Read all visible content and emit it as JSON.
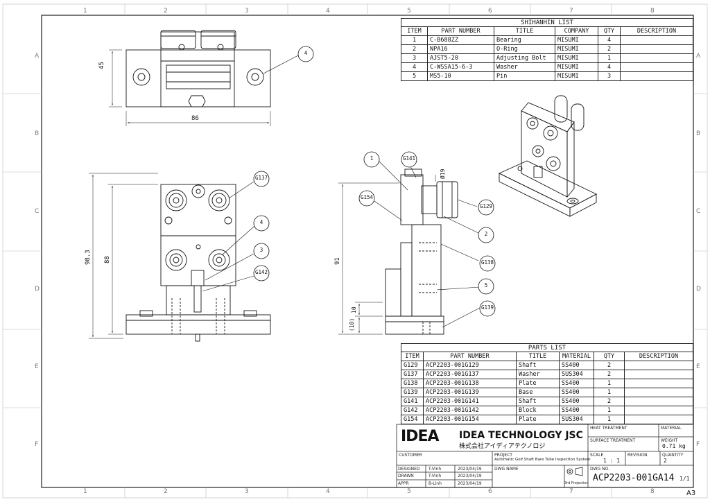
{
  "zones": {
    "columns": [
      "1",
      "2",
      "3",
      "4",
      "5",
      "6",
      "7",
      "8"
    ],
    "rows": [
      "A",
      "B",
      "C",
      "D",
      "E",
      "F"
    ]
  },
  "dimensions": {
    "top_height": "45",
    "top_width": "86",
    "front_height_total": "98.3",
    "front_height": "88",
    "side_height": "91",
    "side_dim_10": "10",
    "side_dim_10_ref": "(10)",
    "diameter": "Ø19"
  },
  "balloons": {
    "top_view": [
      "4"
    ],
    "front_view": [
      "G137",
      "4",
      "3",
      "G142"
    ],
    "side_view": [
      "1",
      "G141",
      "G154",
      "G129",
      "2",
      "G138",
      "5",
      "G139"
    ]
  },
  "shihanhin_list": {
    "title": "SHIHANHIN LIST",
    "columns": [
      "ITEM",
      "PART NUMBER",
      "TITLE",
      "COMPANY",
      "QTY",
      "DESCRIPTION"
    ],
    "rows": [
      [
        "1",
        "C-B688ZZ",
        "Bearing",
        "MISUMI",
        "4",
        ""
      ],
      [
        "2",
        "NPA16",
        "O-Ring",
        "MISUMI",
        "2",
        ""
      ],
      [
        "3",
        "AJST5-20",
        "Adjusting Bolt",
        "MISUMI",
        "1",
        ""
      ],
      [
        "4",
        "C-WSSA15-6-3",
        "Washer",
        "MISUMI",
        "4",
        ""
      ],
      [
        "5",
        "MS5-10",
        "Pin",
        "MISUMI",
        "3",
        ""
      ]
    ]
  },
  "parts_list": {
    "title": "PARTS LIST",
    "columns": [
      "ITEM",
      "PART NUMBER",
      "TITLE",
      "MATERIAL",
      "QTY",
      "DESCRIPTION"
    ],
    "rows": [
      [
        "G129",
        "ACP2203-001G129",
        "Shaft",
        "SS400",
        "2",
        ""
      ],
      [
        "G137",
        "ACP2203-001G137",
        "Washer",
        "SUS304",
        "2",
        ""
      ],
      [
        "G138",
        "ACP2203-001G138",
        "Plate",
        "SS400",
        "1",
        ""
      ],
      [
        "G139",
        "ACP2203-001G139",
        "Base",
        "SS400",
        "1",
        ""
      ],
      [
        "G141",
        "ACP2203-001G141",
        "Shaft",
        "SS400",
        "2",
        ""
      ],
      [
        "G142",
        "ACP2203-001G142",
        "Block",
        "SS400",
        "1",
        ""
      ],
      [
        "G154",
        "ACP2203-001G154",
        "Plate",
        "SUS304",
        "1",
        ""
      ]
    ]
  },
  "title_block": {
    "logo_text": "IDEA",
    "company_name": "IDEA TECHNOLOGY JSC",
    "company_name_jp": "株式会社アイディアテクノロジ",
    "heat_treatment_label": "HEAT TREATMENT",
    "material_label": "MATERIAL",
    "surface_treatment_label": "SURFACE TREATMENT",
    "weight_label": "WEIGHT",
    "weight_value": "0.71 kg",
    "customer_label": "CUSTOMER",
    "project_label": "PROJECT",
    "project_value": "Automatic Golf Shaft Bare Tube Inspection System",
    "scale_label": "SCALE",
    "scale_value": "1 : 1",
    "revision_label": "REVISION",
    "quantity_label": "QUANTITY",
    "quantity_value": "2",
    "designed_label": "DESIGNED",
    "designed_by": "T-Vinh",
    "designed_date": "2023/04/19",
    "drawn_label": "DRAWN",
    "drawn_by": "T-Vinh",
    "drawn_date": "2023/04/19",
    "appr_label": "APPR",
    "appr_by": "B-Linh",
    "appr_date": "2023/04/19",
    "dwg_name_label": "DWG NAME",
    "projection_label": "3rd Projection",
    "dwg_no_label": "DWG NO.",
    "dwg_no_value": "ACP2203-001GA14",
    "sheet_value": "1/1",
    "paper_size": "A3"
  }
}
